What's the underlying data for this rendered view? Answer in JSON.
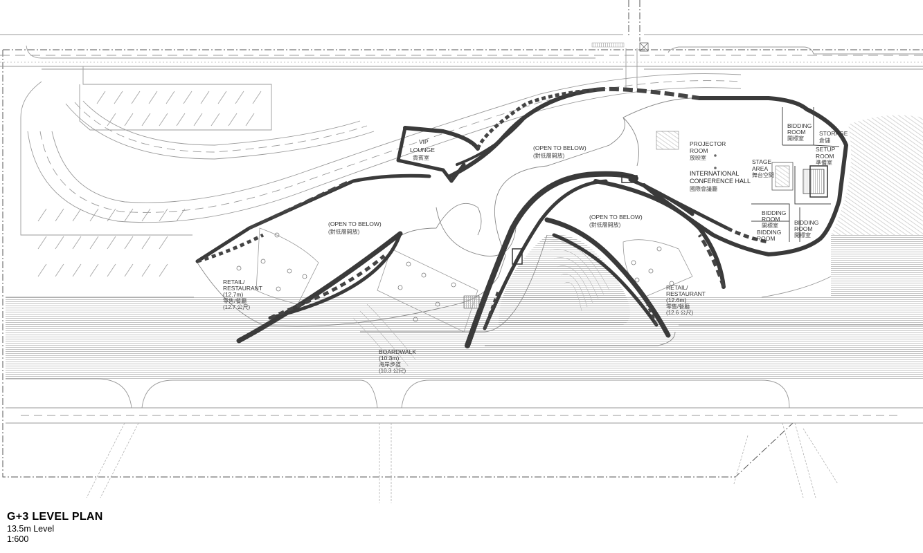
{
  "title": "G+3 LEVEL PLAN",
  "level": "13.5m Level",
  "scale": "1:600",
  "labels": {
    "vip_lounge": "VIP",
    "vip_lounge_2": "LOUNGE",
    "vip_lounge_cn": "貴賓室",
    "open_below_1": "(OPEN TO BELOW)",
    "open_below_1_cn": "(對低層開放)",
    "open_below_2": "(OPEN TO BELOW)",
    "open_below_2_cn": "(對低層開放)",
    "open_below_3": "(OPEN TO BELOW)",
    "open_below_3_cn": "(對低層開放)",
    "projector_room": "PROJECTOR",
    "projector_room_2": "ROOM",
    "projector_room_cn": "放映室",
    "stage_area": "STAGE",
    "stage_area_2": "AREA",
    "stage_area_cn": "舞台空間",
    "conference_hall": "INTERNATIONAL",
    "conference_hall_2": "CONFERENCE HALL",
    "conference_hall_cn": "國際會議廳",
    "bidding_room_1": "BIDDING",
    "bidding_room_1b": "ROOM",
    "bidding_room_1_cn": "開標室",
    "storage": "STORAGE",
    "storage_cn": "倉儲",
    "setup_room": "SETUP",
    "setup_room_2": "ROOM",
    "setup_room_cn": "準備室",
    "bidding_room_2": "BIDDING",
    "bidding_room_2b": "ROOM",
    "bidding_room_2_cn": "開標室",
    "bidding_room_3": "BIDDING",
    "bidding_room_3b": "ROOM",
    "bidding_room_4": "BIDDING",
    "bidding_room_4b": "ROOM",
    "bidding_room_4_cn": "開標室",
    "retail_left": "RETAIL/",
    "retail_left_2": "RESTAURANT",
    "retail_left_3": "(12.7m)",
    "retail_left_cn": "零售/餐廳",
    "retail_left_cn2": "(12.7 公尺)",
    "retail_right": "RETAIL/",
    "retail_right_2": "RESTAURANT",
    "retail_right_3": "(12.6m)",
    "retail_right_cn": "零售/餐廳",
    "retail_right_cn2": "(12.6 公尺)",
    "boardwalk": "BOARDWALK",
    "boardwalk_2": "(10.3m)",
    "boardwalk_cn": "海岸步道",
    "boardwalk_cn2": "(10.3 公尺)"
  }
}
